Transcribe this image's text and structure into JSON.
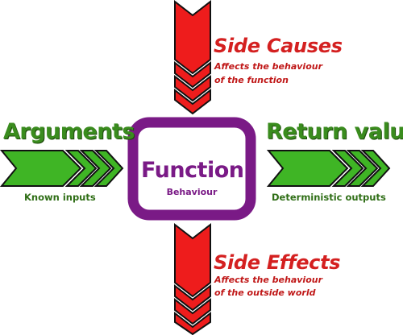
{
  "center": {
    "title": "Function",
    "subtitle": "Behaviour"
  },
  "left": {
    "title": "Arguments",
    "subtitle": "Known inputs"
  },
  "right": {
    "title": "Return value",
    "subtitle": "Deterministic outputs"
  },
  "top": {
    "title": "Side Causes",
    "subtitle_line1": "Affects the behaviour",
    "subtitle_line2": "of the function"
  },
  "bottom": {
    "title": "Side Effects",
    "subtitle_line1": "Affects the behaviour",
    "subtitle_line2": "of the outside world"
  },
  "colors": {
    "green_fill": "#3fb525",
    "green_text": "#3a8c1e",
    "red_fill": "#ee1c1c",
    "purple": "#7a1a86",
    "outline": "#111111"
  }
}
